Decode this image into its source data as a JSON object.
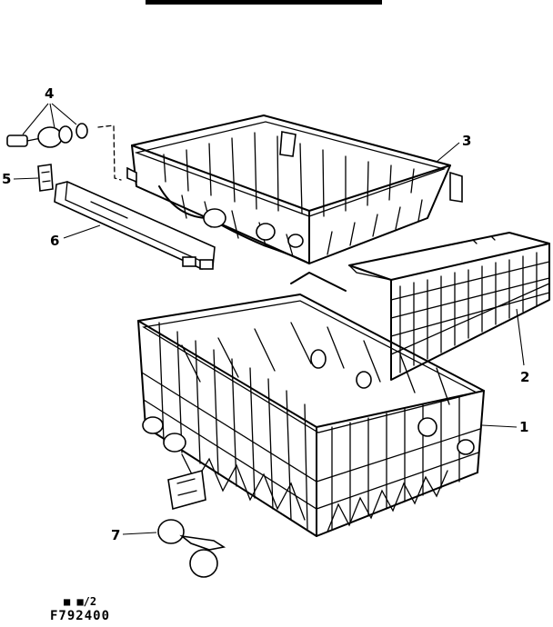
{
  "diagram": {
    "callouts": [
      {
        "id": "1",
        "text": "1"
      },
      {
        "id": "2",
        "text": "2"
      },
      {
        "id": "3",
        "text": "3"
      },
      {
        "id": "4",
        "text": "4"
      },
      {
        "id": "5",
        "text": "5"
      },
      {
        "id": "6",
        "text": "6"
      },
      {
        "id": "7",
        "text": "7"
      }
    ],
    "footer": {
      "mark": "■ ■/2",
      "code": "F792400"
    }
  }
}
